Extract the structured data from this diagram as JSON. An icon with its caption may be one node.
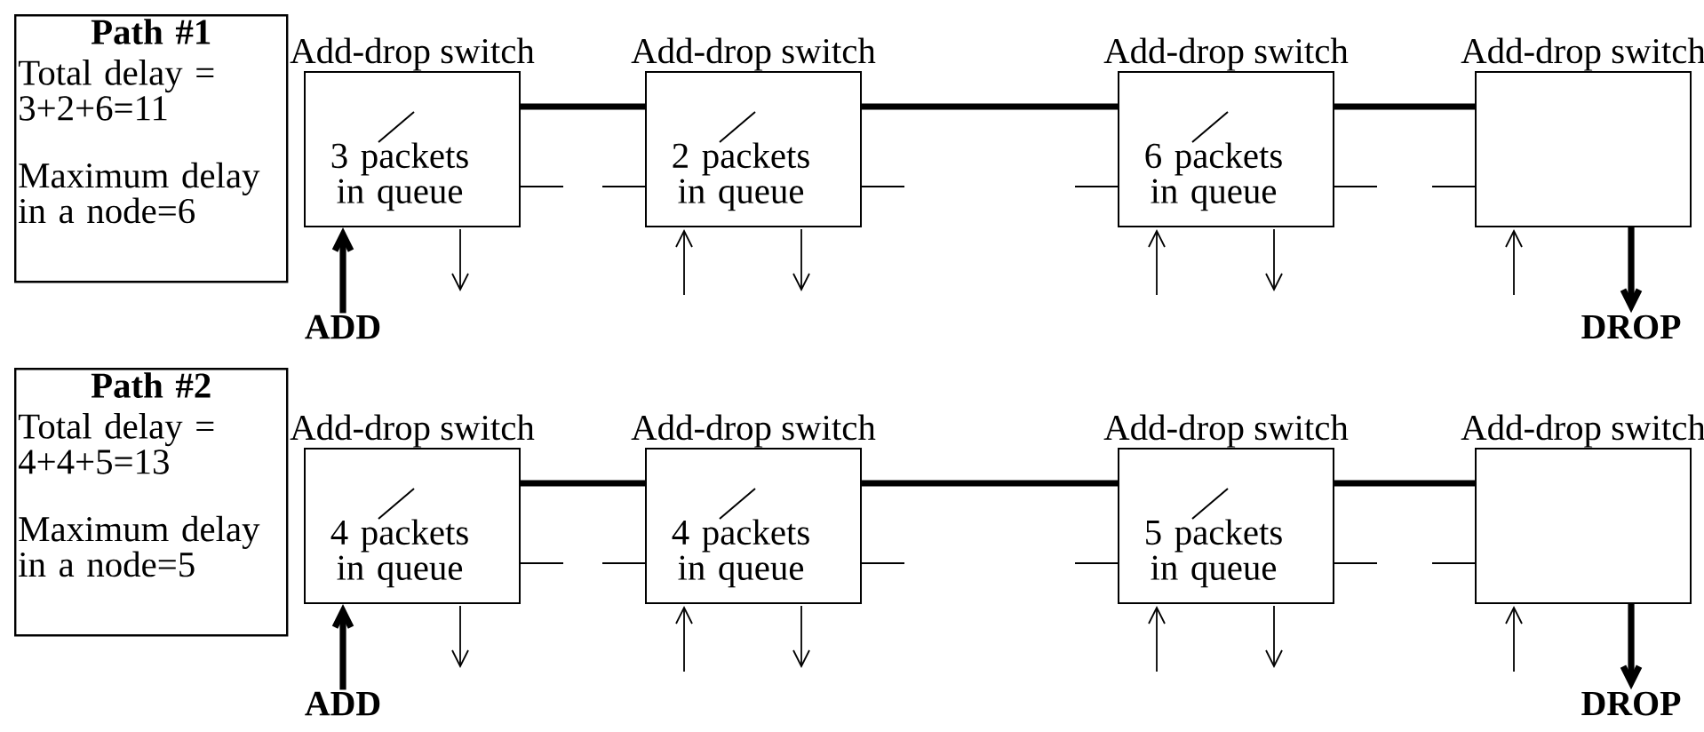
{
  "diagram": {
    "nodes": [
      {
        "text": [
          "Path #1",
          "Total delay = 3+2+6=11",
          "Maximum delay in a node=6"
        ]
      },
      {
        "text": [
          "Add-drop switch",
          "3 packets in queue"
        ]
      },
      {
        "text": [
          "Add-drop switch",
          "2 packets in queue"
        ]
      },
      {
        "text": [
          "Add-drop switch",
          "6 packets in queue"
        ]
      },
      {
        "text": [
          "Add-drop switch"
        ]
      },
      {
        "text": [
          "ADD"
        ]
      },
      {
        "text": [
          "DROP"
        ]
      },
      {
        "text": [
          "Path #2",
          "Total delay = 4+4+5=13",
          "Maximum delay in a node=5"
        ]
      },
      {
        "text": [
          "Add-drop switch",
          "4 packets in queue"
        ]
      },
      {
        "text": [
          "Add-drop switch",
          "4 packets in queue"
        ]
      },
      {
        "text": [
          "Add-drop switch",
          "5 packets in queue"
        ]
      },
      {
        "text": [
          "Add-drop switch"
        ]
      },
      {
        "text": [
          "ADD"
        ]
      },
      {
        "text": [
          "DROP"
        ]
      }
    ],
    "edges": [
      {
        "from": 1,
        "to": 2,
        "arrow": "none",
        "style": "thick"
      },
      {
        "from": 2,
        "to": 3,
        "arrow": "none",
        "style": "thick"
      },
      {
        "from": 3,
        "to": 4,
        "arrow": "none",
        "style": "thick"
      },
      {
        "from": 5,
        "to": 1,
        "arrow": "to",
        "style": "thick"
      },
      {
        "from": 1,
        "to": null,
        "arrow": "to"
      },
      {
        "from": null,
        "to": 2,
        "arrow": "to"
      },
      {
        "from": 2,
        "to": null,
        "arrow": "to"
      },
      {
        "from": null,
        "to": 3,
        "arrow": "to"
      },
      {
        "from": 3,
        "to": null,
        "arrow": "to"
      },
      {
        "from": null,
        "to": 4,
        "arrow": "to"
      },
      {
        "from": 4,
        "to": 6,
        "arrow": "to",
        "style": "thick"
      },
      {
        "from": 8,
        "to": 9,
        "arrow": "none",
        "style": "thick"
      },
      {
        "from": 9,
        "to": 10,
        "arrow": "none",
        "style": "thick"
      },
      {
        "from": 10,
        "to": 11,
        "arrow": "none",
        "style": "thick"
      },
      {
        "from": 12,
        "to": 8,
        "arrow": "to",
        "style": "thick"
      },
      {
        "from": 8,
        "to": null,
        "arrow": "to"
      },
      {
        "from": null,
        "to": 9,
        "arrow": "to"
      },
      {
        "from": 9,
        "to": null,
        "arrow": "to"
      },
      {
        "from": null,
        "to": 10,
        "arrow": "to"
      },
      {
        "from": 10,
        "to": null,
        "arrow": "to"
      },
      {
        "from": null,
        "to": 11,
        "arrow": "to"
      },
      {
        "from": 11,
        "to": 13,
        "arrow": "to",
        "style": "thick"
      }
    ]
  }
}
